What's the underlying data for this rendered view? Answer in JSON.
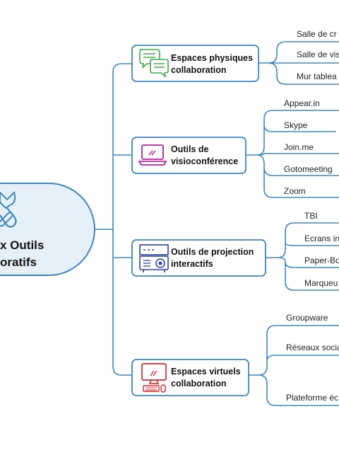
{
  "root": {
    "line1": "x Outils",
    "line2": "oratifs",
    "icon": "tools-icon"
  },
  "branches": [
    {
      "line1": "Espaces physiques",
      "line2": "collaboration",
      "icon": "chat-bubbles-icon",
      "icon_color": "#3aa845",
      "leaves": [
        "Salle de cr",
        "Salle de vis",
        "Mur tablea"
      ]
    },
    {
      "line1": "Outils de",
      "line2": "visioconférence",
      "icon": "laptop-icon",
      "icon_color": "#b0259a",
      "leaves": [
        "Appear.in",
        "Skype",
        "Join.me",
        "Gotomeeting",
        "Zoom"
      ]
    },
    {
      "line1": "Outils de projection",
      "line2": "interactifs",
      "icon": "projector-icon",
      "icon_color": "#2b3fa8",
      "leaves": [
        "TBI",
        "Ecrans in",
        "Paper-Bo",
        "Marqueu"
      ]
    },
    {
      "line1": "Espaces virtuels",
      "line2": "collaboration",
      "icon": "computer-icon",
      "icon_color": "#d3262b",
      "leaves": [
        "Groupware",
        "Réseaux socia",
        "",
        "Plateforme éc"
      ]
    }
  ],
  "colors": {
    "line": "#3c87bf",
    "root_fill": "#e6f0f8"
  }
}
